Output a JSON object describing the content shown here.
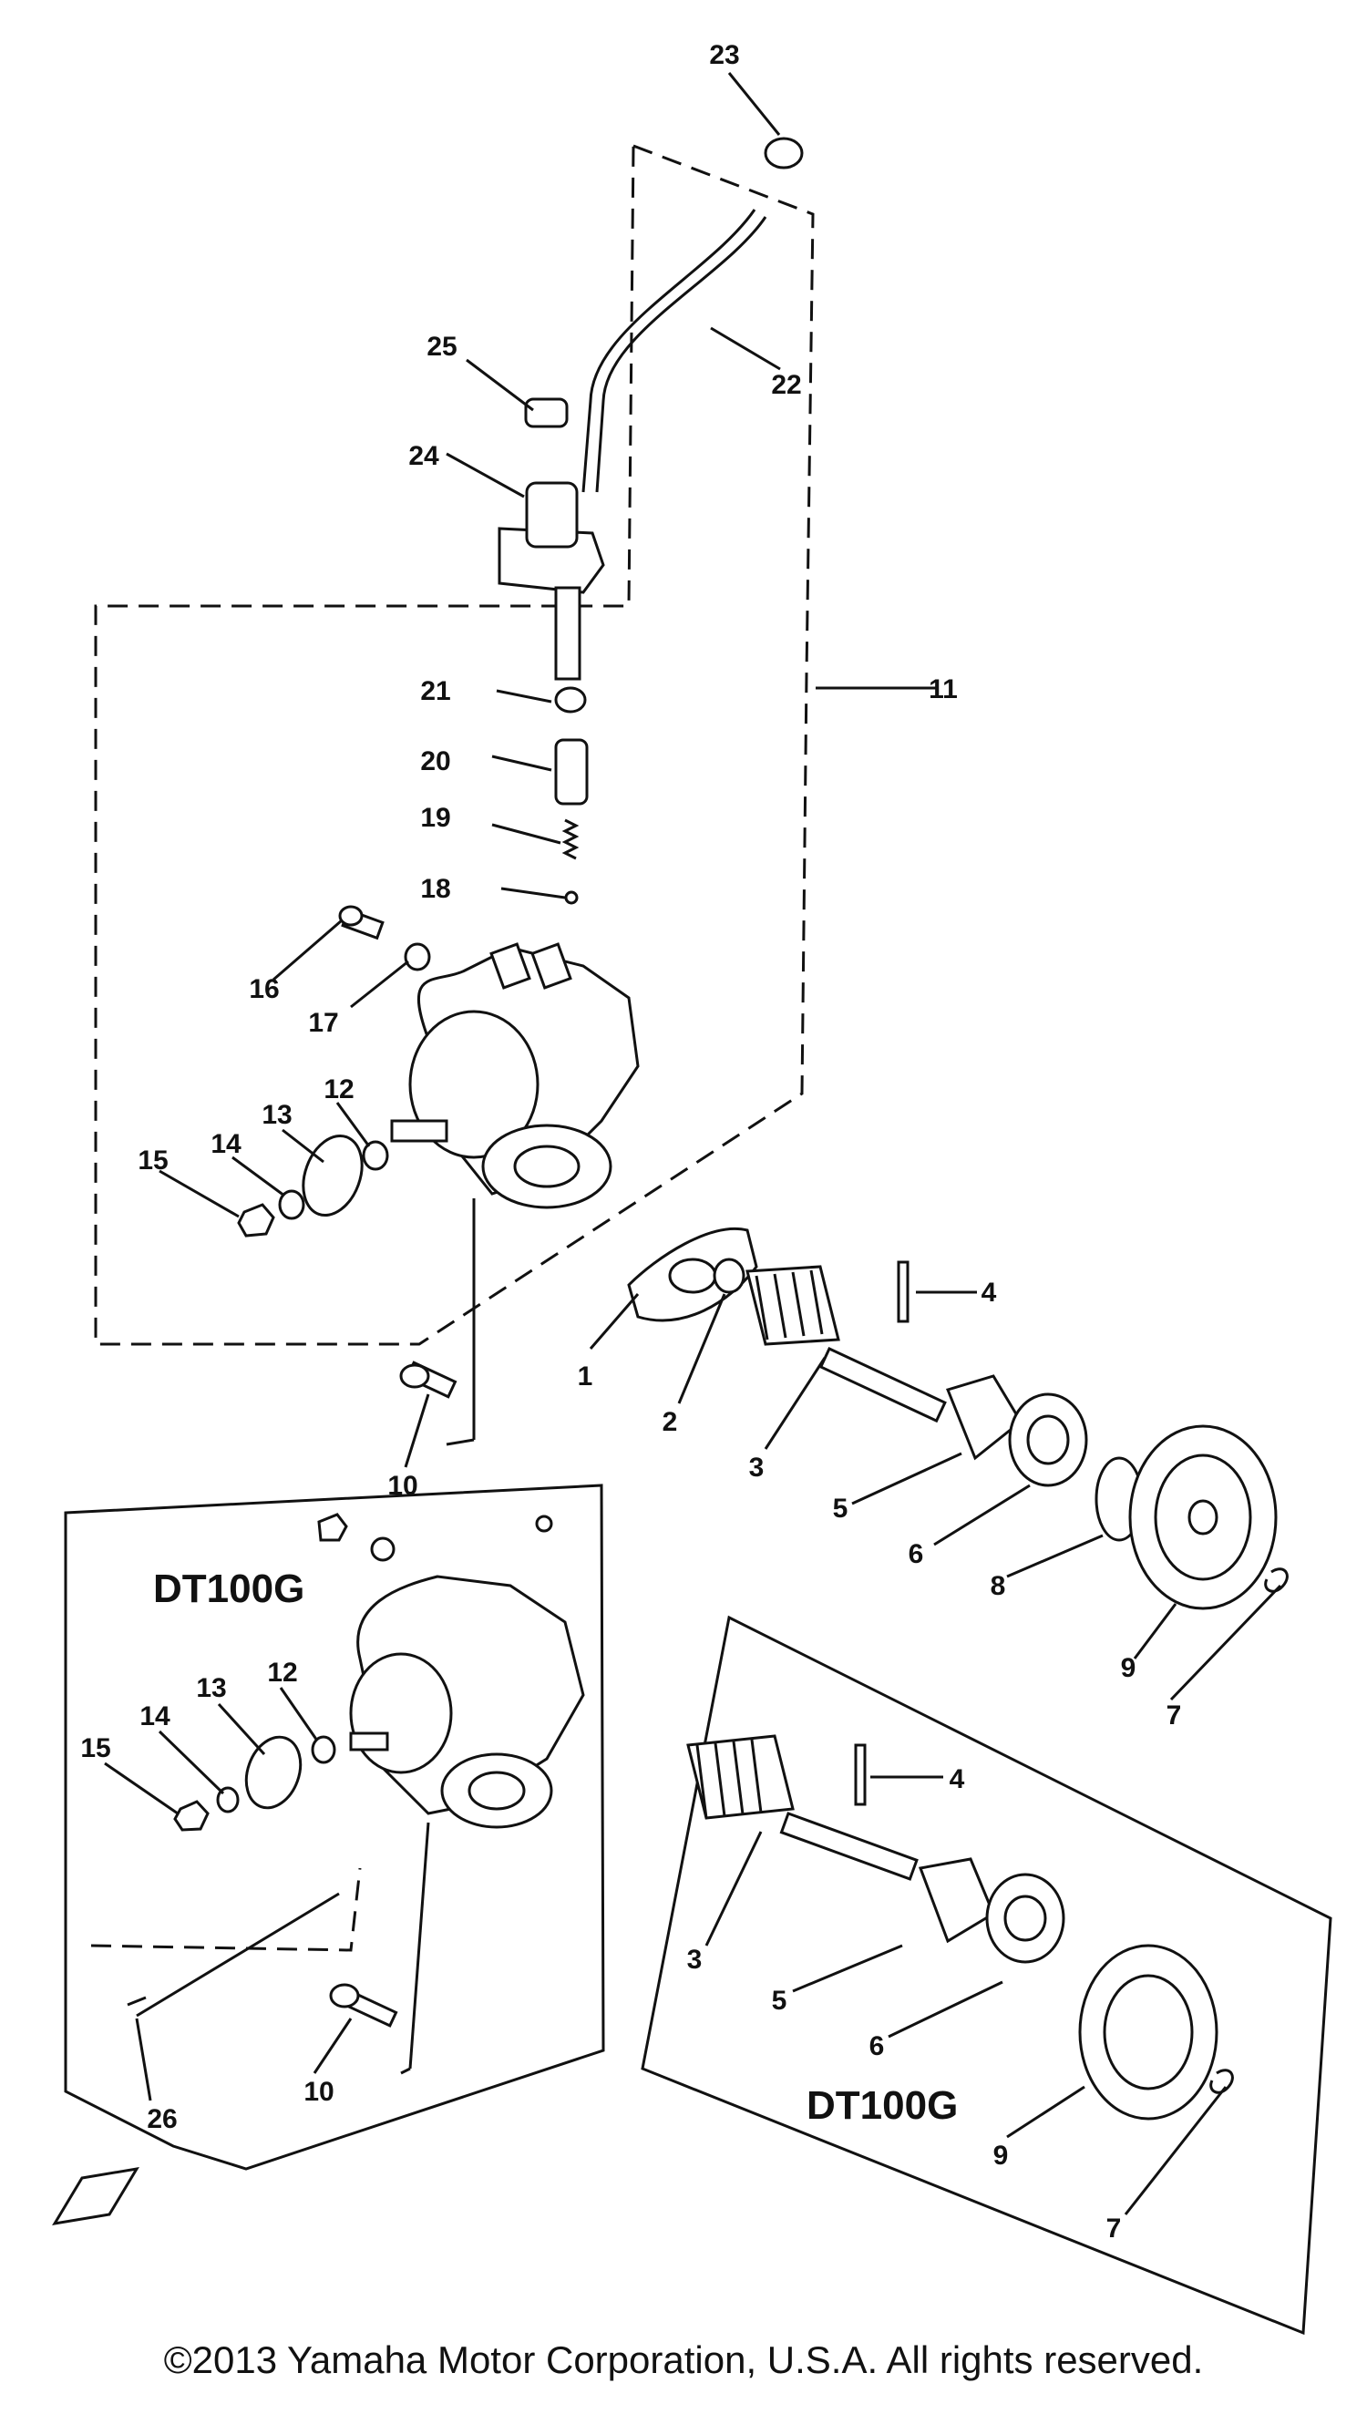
{
  "callouts": [
    {
      "id": "c23",
      "text": "23"
    },
    {
      "id": "c22",
      "text": "22"
    },
    {
      "id": "c25",
      "text": "25"
    },
    {
      "id": "c24",
      "text": "24"
    },
    {
      "id": "c11",
      "text": "11"
    },
    {
      "id": "c21",
      "text": "21"
    },
    {
      "id": "c20",
      "text": "20"
    },
    {
      "id": "c19",
      "text": "19"
    },
    {
      "id": "c18",
      "text": "18"
    },
    {
      "id": "c16",
      "text": "16"
    },
    {
      "id": "c17",
      "text": "17"
    },
    {
      "id": "c12",
      "text": "12"
    },
    {
      "id": "c13",
      "text": "13"
    },
    {
      "id": "c14",
      "text": "14"
    },
    {
      "id": "c15",
      "text": "15"
    },
    {
      "id": "c1",
      "text": "1"
    },
    {
      "id": "c2",
      "text": "2"
    },
    {
      "id": "c3",
      "text": "3"
    },
    {
      "id": "c4",
      "text": "4"
    },
    {
      "id": "c5",
      "text": "5"
    },
    {
      "id": "c6",
      "text": "6"
    },
    {
      "id": "c8",
      "text": "8"
    },
    {
      "id": "c9",
      "text": "9"
    },
    {
      "id": "c7",
      "text": "7"
    },
    {
      "id": "c10",
      "text": "10"
    },
    {
      "id": "b12",
      "text": "12"
    },
    {
      "id": "b13",
      "text": "13"
    },
    {
      "id": "b14",
      "text": "14"
    },
    {
      "id": "b15",
      "text": "15"
    },
    {
      "id": "b26",
      "text": "26"
    },
    {
      "id": "b10",
      "text": "10"
    },
    {
      "id": "r4",
      "text": "4"
    },
    {
      "id": "r3",
      "text": "3"
    },
    {
      "id": "r5",
      "text": "5"
    },
    {
      "id": "r6",
      "text": "6"
    },
    {
      "id": "r9",
      "text": "9"
    },
    {
      "id": "r7",
      "text": "7"
    }
  ],
  "insets": {
    "left_model": "DT100G",
    "right_model": "DT100G"
  },
  "copyright": "©2013 Yamaha Motor Corporation, U.S.A. All rights reserved."
}
